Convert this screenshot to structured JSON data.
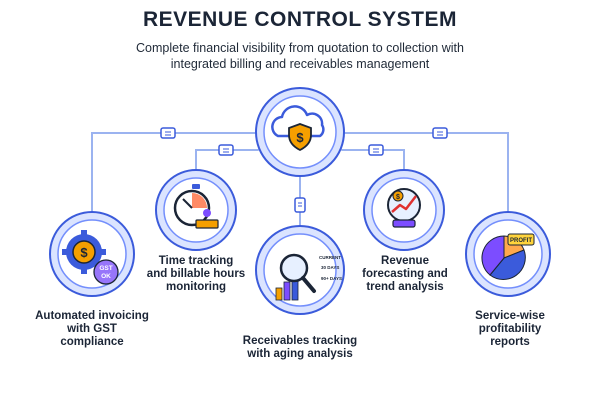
{
  "header": {
    "title": "REVENUE CONTROL SYSTEM",
    "subtitle_lines": [
      "Complete financial visibility from quotation to collection with",
      "integrated billing and receivables management"
    ]
  },
  "center": {
    "icon": "cloud-shield-dollar-icon"
  },
  "features": [
    {
      "lines": [
        "Automated invoicing",
        "with GST",
        "compliance"
      ],
      "icon": "dollar-gear-gst-icon",
      "badge": "GST\nOK"
    },
    {
      "lines": [
        "Time tracking",
        "and billable hours",
        "monitoring"
      ],
      "icon": "stopwatch-desk-icon"
    },
    {
      "lines": [
        "Receivables tracking",
        "with aging analysis"
      ],
      "icon": "aging-chart-magnifier-icon",
      "aging_labels": [
        "CURRENT",
        "30 DAYS",
        "90+ DAYS"
      ]
    },
    {
      "lines": [
        "Revenue",
        "forecasting and",
        "trend analysis"
      ],
      "icon": "crystal-ball-trend-icon"
    },
    {
      "lines": [
        "Service-wise",
        "profitability",
        "reports"
      ],
      "icon": "pie-chart-profit-icon",
      "tag": "PROFIT"
    }
  ],
  "colors": {
    "title": "#1b2536",
    "accent_blue": "#3b5bdb",
    "ring_light": "#dbe4ff",
    "connector": "#9bb3f0",
    "orange": "#f59f00",
    "purple": "#7c4dff"
  }
}
